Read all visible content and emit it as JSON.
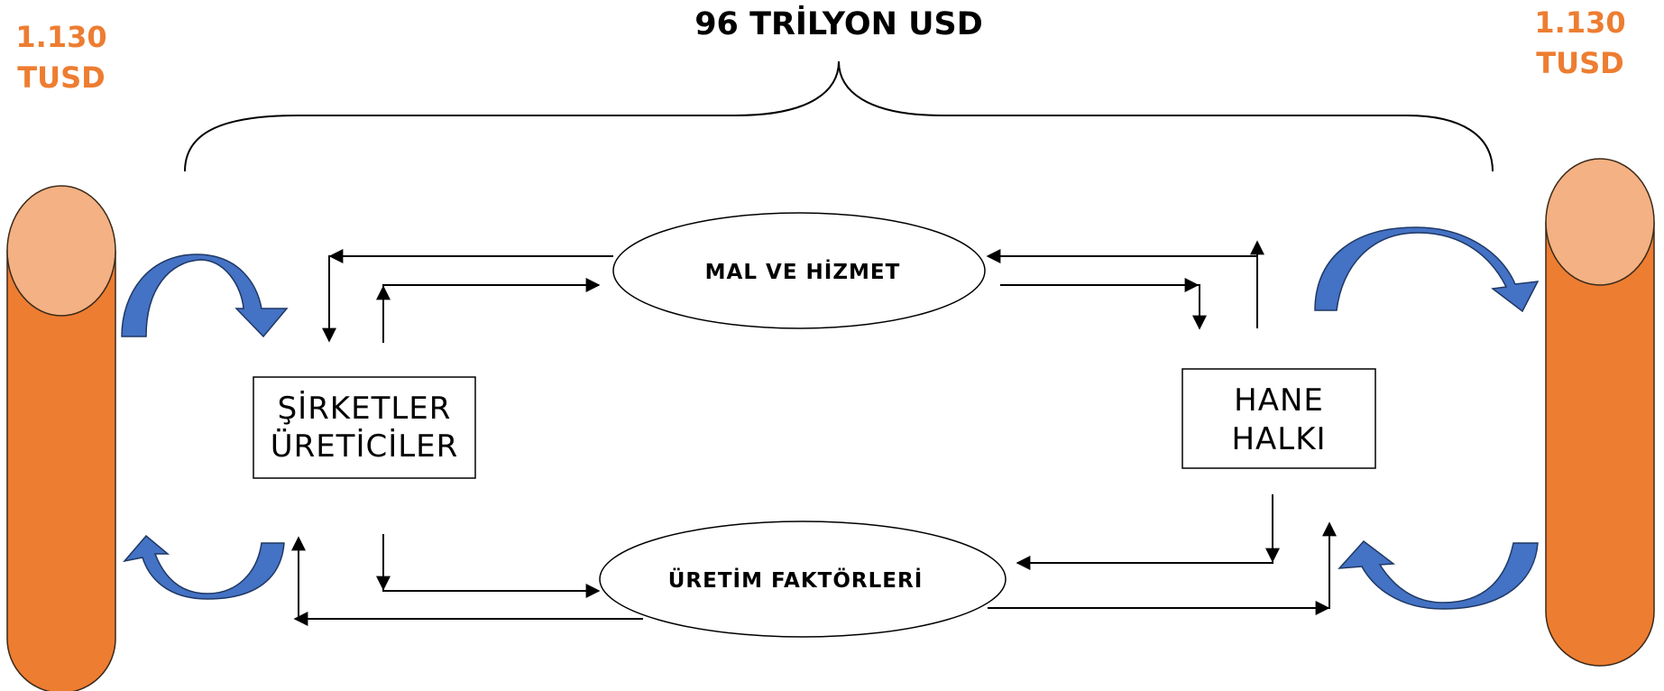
{
  "title": "96 TRİLYON USD",
  "left_amount": {
    "line1": "1.130",
    "line2": "TUSD"
  },
  "right_amount": {
    "line1": "1.130",
    "line2": "TUSD"
  },
  "nodes": {
    "companies": {
      "line1": "ŞİRKETLER",
      "line2": "ÜRETİCİLER"
    },
    "households": {
      "line1": "HANE",
      "line2": "HALKI"
    },
    "goods_market": "MAL VE HİZMET",
    "factor_market": "ÜRETİM FAKTÖRLERİ"
  },
  "colors": {
    "cylinder_body": "#ed7d31",
    "cylinder_top": "#f4b183",
    "curved_arrow": "#4472c4",
    "curved_arrow_dark": "#2f5597",
    "amount_text": "#ed7d31"
  }
}
